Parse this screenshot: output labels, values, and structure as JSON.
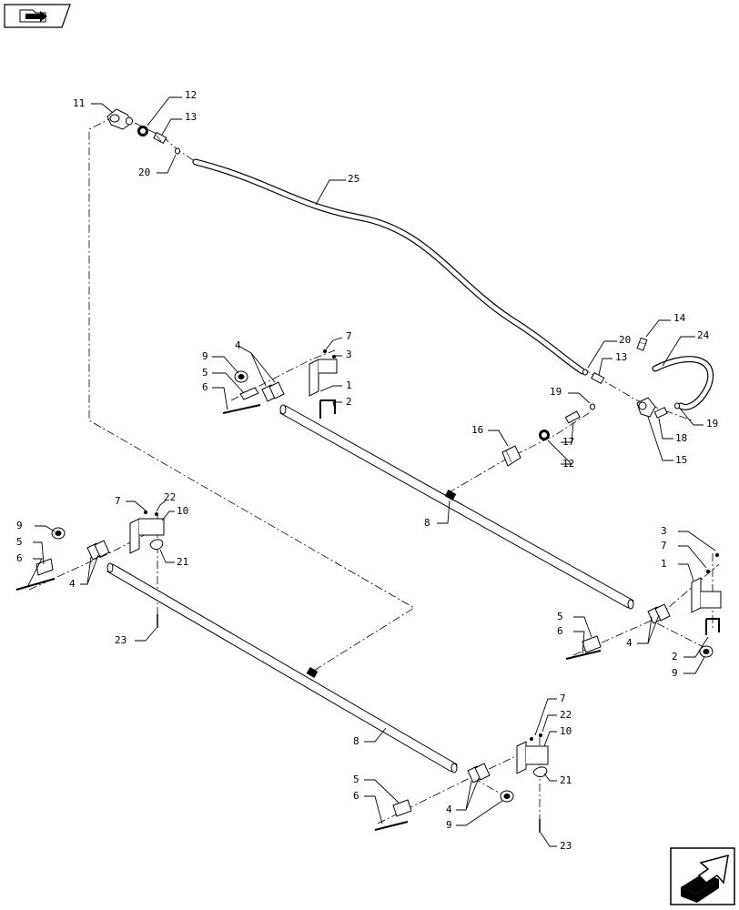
{
  "navigation": {
    "top_left_icon": "back-folder-icon",
    "bottom_right_icon": "next-sheet-icon"
  },
  "callouts": {
    "c1_a": "1",
    "c1_b": "1",
    "c2_a": "2",
    "c2_b": "2",
    "c3_a": "3",
    "c3_b": "3",
    "c4_a": "4",
    "c4_b": "4",
    "c4_c": "4",
    "c4_d": "4",
    "c5_a": "5",
    "c5_b": "5",
    "c5_c": "5",
    "c5_d": "5",
    "c6_a": "6",
    "c6_b": "6",
    "c6_c": "6",
    "c6_d": "6",
    "c7_a": "7",
    "c7_b": "7",
    "c7_c": "7",
    "c7_d": "7",
    "c8_a": "8",
    "c8_b": "8",
    "c9_a": "9",
    "c9_b": "9",
    "c9_c": "9",
    "c9_d": "9",
    "c10_a": "10",
    "c10_b": "10",
    "c11": "11",
    "c12_a": "12",
    "c12_b": "12",
    "c13_a": "13",
    "c13_b": "13",
    "c14": "14",
    "c15": "15",
    "c16": "16",
    "c17": "17",
    "c18": "18",
    "c19_a": "19",
    "c19_b": "19",
    "c20_a": "20",
    "c20_b": "20",
    "c21_a": "21",
    "c21_b": "21",
    "c22_a": "22",
    "c22_b": "22",
    "c23_a": "23",
    "c23_b": "23",
    "c24": "24",
    "c25": "25"
  }
}
